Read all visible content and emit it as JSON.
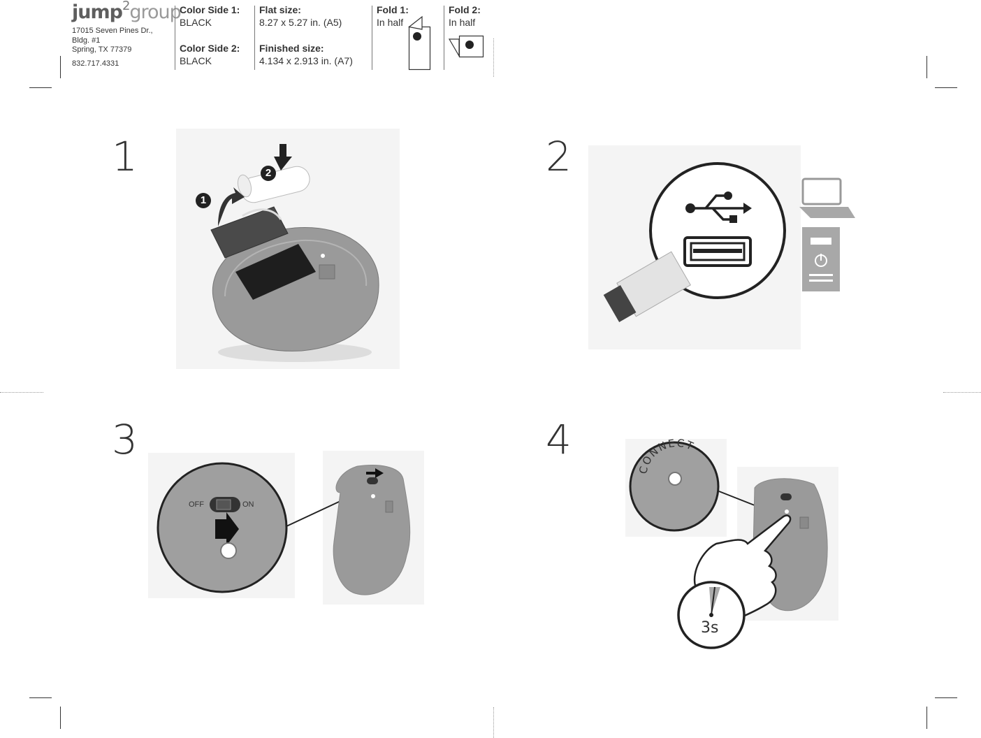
{
  "company": {
    "logo_main": "jump",
    "logo_sup": "2",
    "logo_tail": "group",
    "address_line1": "17015 Seven Pines Dr.,",
    "address_line2": "Bldg. #1",
    "address_line3": "Spring, TX 77379",
    "phone": "832.717.4331"
  },
  "specs": {
    "color_side1_label": "Color Side 1:",
    "color_side1_value": "BLACK",
    "color_side2_label": "Color Side 2:",
    "color_side2_value": "BLACK",
    "flat_size_label": "Flat size:",
    "flat_size_value": "8.27 x 5.27 in. (A5)",
    "finished_size_label": "Finished size:",
    "finished_size_value": "4.134 x  2.913 in. (A7)",
    "fold1_label": "Fold 1:",
    "fold1_value": "In half",
    "fold2_label": "Fold 2:",
    "fold2_value": "In half"
  },
  "steps": {
    "step1": "1",
    "step2": "2",
    "step3": "3",
    "step4": "4"
  },
  "step1_markers": [
    "1",
    "2"
  ],
  "step3_switch": {
    "off": "OFF",
    "on": "ON"
  },
  "step4": {
    "connect": "CONNECT",
    "timer": "3s"
  },
  "colors": {
    "ink": "#333333",
    "mouse_gray": "#9a9a9a",
    "panel": "#f4f4f4"
  }
}
